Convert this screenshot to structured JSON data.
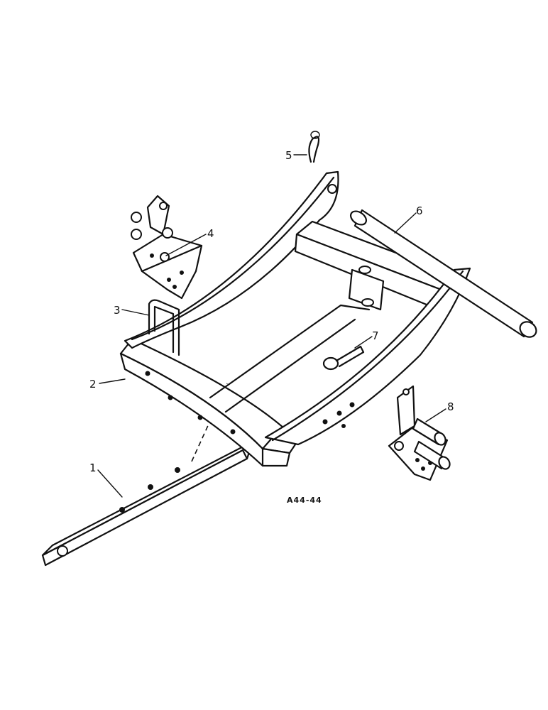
{
  "diagram": {
    "code": "A44-44",
    "callouts": [
      {
        "id": "part-1",
        "label": "1"
      },
      {
        "id": "part-2",
        "label": "2"
      },
      {
        "id": "part-3",
        "label": "3"
      },
      {
        "id": "part-4",
        "label": "4"
      },
      {
        "id": "part-5",
        "label": "5"
      },
      {
        "id": "part-6",
        "label": "6"
      },
      {
        "id": "part-7",
        "label": "7"
      },
      {
        "id": "part-8",
        "label": "8"
      }
    ]
  }
}
